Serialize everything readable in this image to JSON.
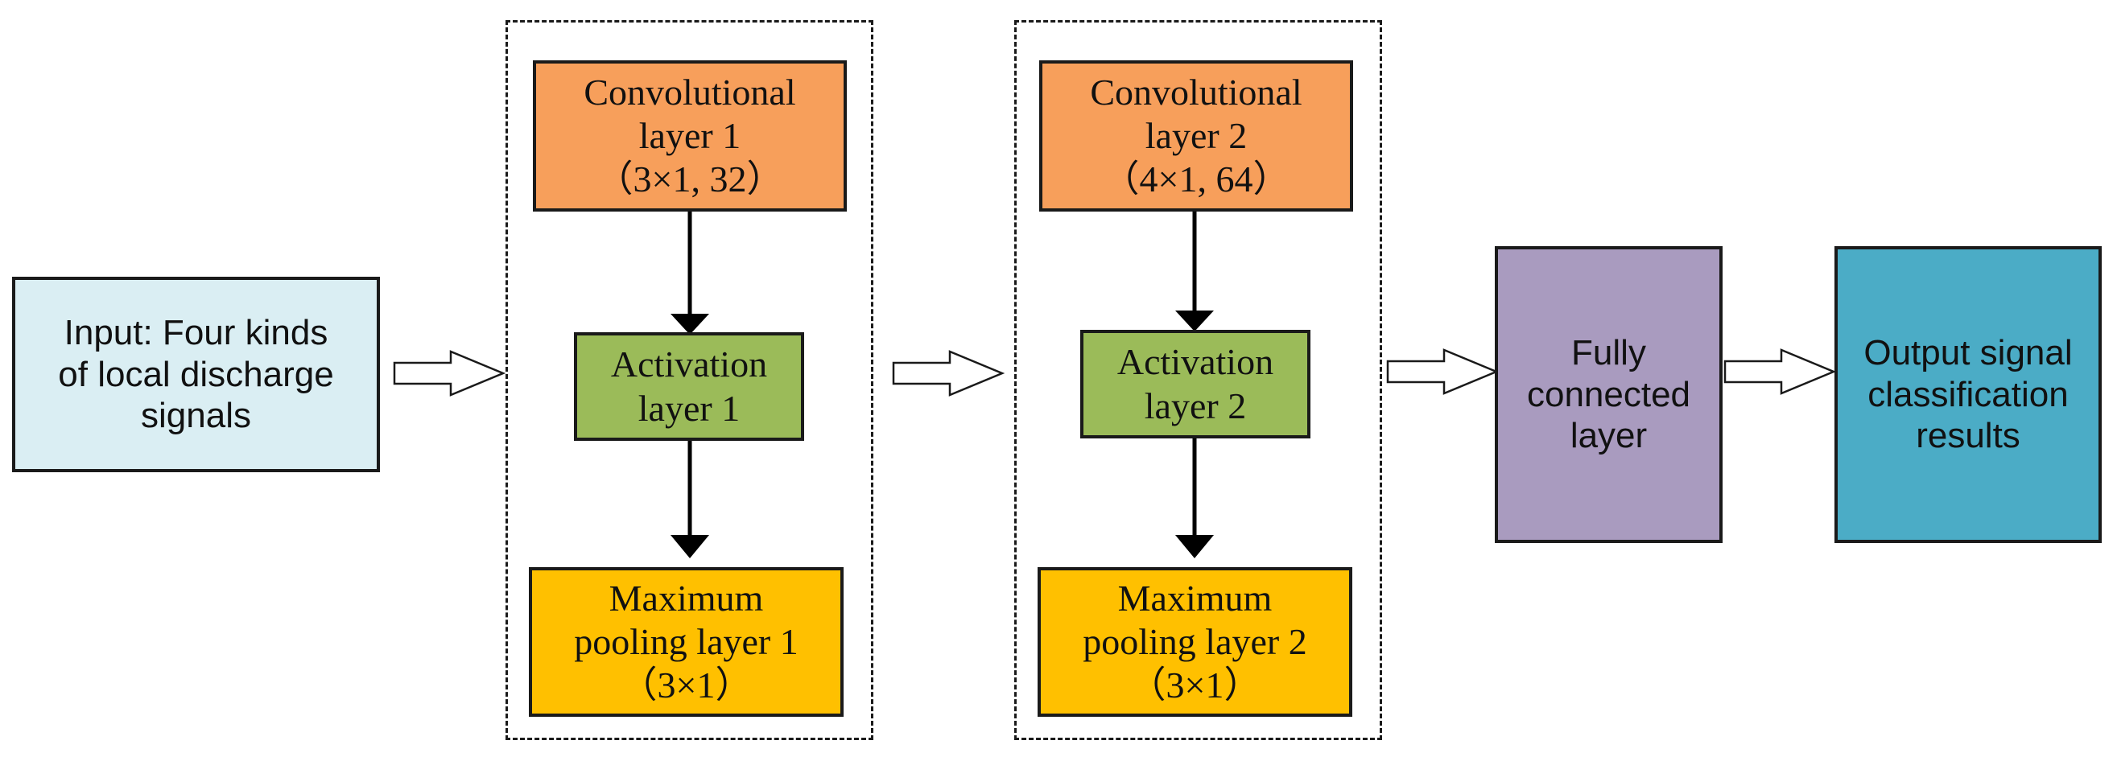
{
  "diagram": {
    "input": {
      "lines": [
        "Input: Four kinds",
        "of local discharge",
        "signals"
      ],
      "fill": "#daeef3"
    },
    "block1": {
      "conv": {
        "lines": [
          "Convolutional",
          "layer 1",
          "（3×1, 32）"
        ],
        "fill": "#f79f5b"
      },
      "act": {
        "lines": [
          "Activation",
          "layer 1"
        ],
        "fill": "#9bbb59"
      },
      "pool": {
        "lines": [
          "Maximum",
          "pooling layer 1",
          "（3×1）"
        ],
        "fill": "#ffc000"
      }
    },
    "block2": {
      "conv": {
        "lines": [
          "Convolutional",
          "layer 2",
          "（4×1, 64）"
        ],
        "fill": "#f79f5b"
      },
      "act": {
        "lines": [
          "Activation",
          "layer 2"
        ],
        "fill": "#9bbb59"
      },
      "pool": {
        "lines": [
          "Maximum",
          "pooling layer 2",
          "（3×1）"
        ],
        "fill": "#ffc000"
      }
    },
    "fc": {
      "lines": [
        "Fully",
        "connected",
        "layer"
      ],
      "fill": "#a99bbf"
    },
    "output": {
      "lines": [
        "Output signal",
        "classification",
        "results"
      ],
      "fill": "#4bacc6"
    }
  }
}
